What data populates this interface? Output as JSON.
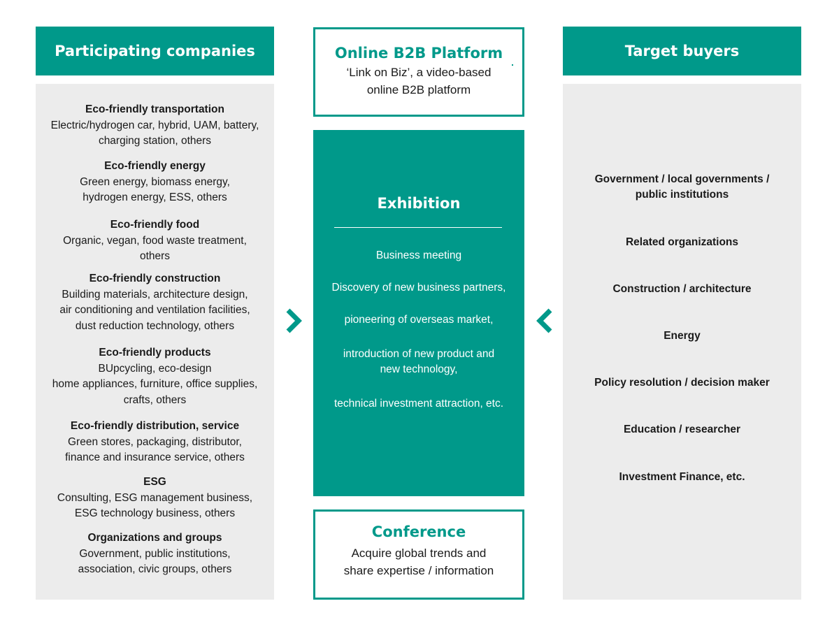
{
  "colors": {
    "accent": "#00998a",
    "panel": "#ececec",
    "text": "#1a1a1a"
  },
  "participating": {
    "header": "Participating companies",
    "categories": [
      {
        "title": "Eco-friendly transportation",
        "body": "Electric/hydrogen car, hybrid, UAM, battery,\ncharging station, others"
      },
      {
        "title": "Eco-friendly energy",
        "body": "Green energy, biomass energy,\nhydrogen energy, ESS, others"
      },
      {
        "title": "Eco-friendly food",
        "body": "Organic, vegan, food waste treatment,\nothers"
      },
      {
        "title": "Eco-friendly construction",
        "body": "Building materials, architecture design,\nair conditioning and ventilation facilities,\ndust reduction technology, others"
      },
      {
        "title": "Eco-friendly products",
        "body": "BUpcycling, eco-design\nhome appliances, furniture, office supplies,\ncrafts, others"
      },
      {
        "title": "Eco-friendly distribution, service",
        "body": "Green stores, packaging, distributor,\nfinance and insurance service, others"
      },
      {
        "title": "ESG",
        "body": "Consulting, ESG management business,\nESG technology business, others"
      },
      {
        "title": "Organizations and groups",
        "body": "Government, public institutions,\nassociation, civic groups, others"
      }
    ]
  },
  "online": {
    "title": "Online B2B Platform",
    "desc": "‘Link on Biz’, a video-based\nonline B2B platform"
  },
  "exhibition": {
    "title": "Exhibition",
    "items": [
      "Business meeting",
      "Discovery of new business partners,",
      "pioneering of overseas market,",
      "introduction of new product and\nnew technology,",
      "technical investment attraction, etc."
    ]
  },
  "conference": {
    "title": "Conference",
    "desc": "Acquire global trends and\nshare expertise / information"
  },
  "buyers": {
    "header": "Target buyers",
    "items": [
      "Government / local governments /\npublic institutions",
      "Related organizations",
      "Construction / architecture",
      "Energy",
      "Policy resolution / decision maker",
      "Education / researcher",
      "Investment Finance, etc."
    ]
  }
}
